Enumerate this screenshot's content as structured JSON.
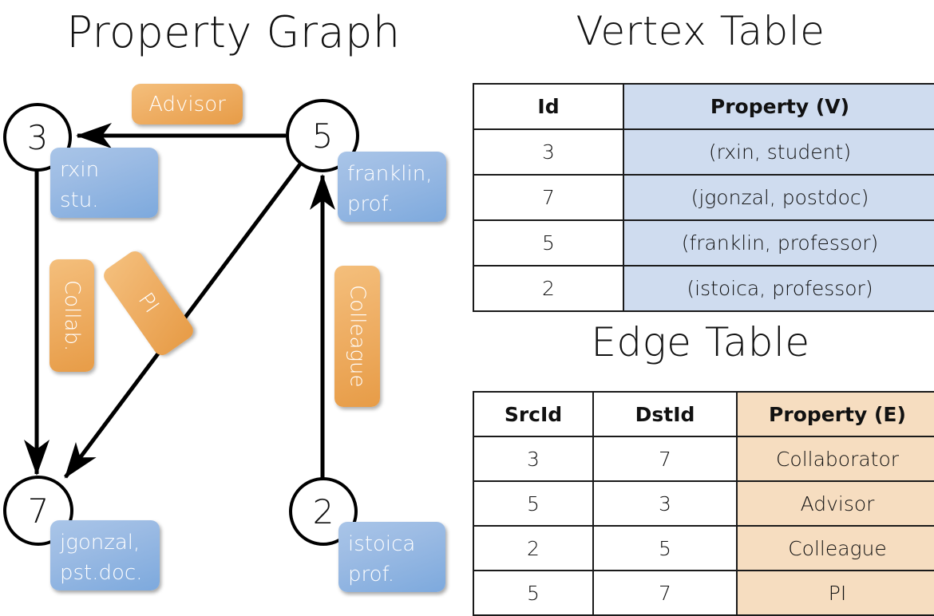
{
  "titles": {
    "property_graph": "Property Graph",
    "vertex_table": "Vertex Table",
    "edge_table": "Edge Table"
  },
  "colors": {
    "vertex_property_fill": "#cfdcef",
    "edge_property_fill": "#f6ddc0",
    "vertex_box_fill": "#8fb4e0",
    "edge_box_fill": "#eeab5f",
    "node_stroke": "#000000",
    "background": "#ffffff"
  },
  "graph": {
    "nodes": [
      {
        "id": "3",
        "property_line1": "rxin",
        "property_line2": "stu."
      },
      {
        "id": "5",
        "property_line1": "franklin,",
        "property_line2": "prof."
      },
      {
        "id": "7",
        "property_line1": "jgonzal,",
        "property_line2": "pst.doc."
      },
      {
        "id": "2",
        "property_line1": "istoica",
        "property_line2": "prof."
      }
    ],
    "edge_labels": [
      {
        "name": "advisor",
        "text": "Advisor",
        "orientation": "horizontal"
      },
      {
        "name": "collab",
        "text": "Collab.",
        "orientation": "vertical"
      },
      {
        "name": "pi",
        "text": "PI",
        "orientation": "rotated"
      },
      {
        "name": "colleague",
        "text": "Colleague",
        "orientation": "vertical"
      }
    ],
    "edges": [
      {
        "from": "5",
        "to": "3",
        "label": "Advisor"
      },
      {
        "from": "3",
        "to": "7",
        "label": "Collab."
      },
      {
        "from": "5",
        "to": "7",
        "label": "PI"
      },
      {
        "from": "2",
        "to": "5",
        "label": "Colleague"
      }
    ]
  },
  "vertex_table": {
    "headers": [
      "Id",
      "Property (V)"
    ],
    "rows": [
      [
        "3",
        "(rxin, student)"
      ],
      [
        "7",
        "(jgonzal, postdoc)"
      ],
      [
        "5",
        "(franklin, professor)"
      ],
      [
        "2",
        "(istoica, professor)"
      ]
    ]
  },
  "edge_table": {
    "headers": [
      "SrcId",
      "DstId",
      "Property (E)"
    ],
    "rows": [
      [
        "3",
        "7",
        "Collaborator"
      ],
      [
        "5",
        "3",
        "Advisor"
      ],
      [
        "2",
        "5",
        "Colleague"
      ],
      [
        "5",
        "7",
        "PI"
      ]
    ]
  }
}
